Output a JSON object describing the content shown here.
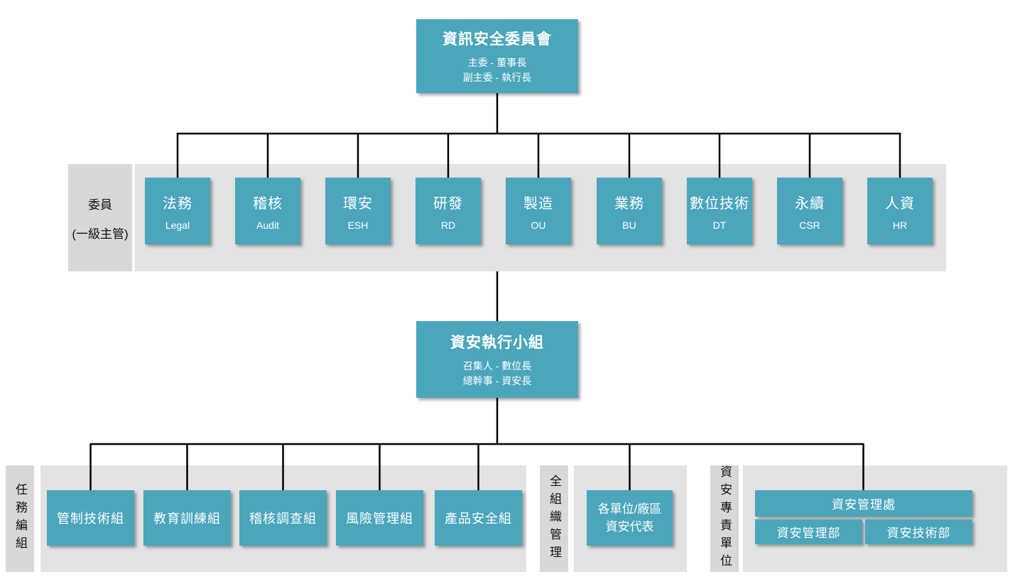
{
  "colors": {
    "box_teal": "#4ba6bc",
    "band_gray": "#e3e3e3",
    "label_gray": "#d8d8d8",
    "line_black": "#000000",
    "box_text": "#ffffff"
  },
  "top_committee": {
    "title": "資訊安全委員會",
    "line1": "主委 - 董事長",
    "line2": "副主委 - 執行長"
  },
  "members_label": {
    "line1": "委員",
    "line2": "(一級主管)"
  },
  "members": [
    {
      "zh": "法務",
      "en": "Legal"
    },
    {
      "zh": "稽核",
      "en": "Audit"
    },
    {
      "zh": "環安",
      "en": "ESH"
    },
    {
      "zh": "研發",
      "en": "RD"
    },
    {
      "zh": "製造",
      "en": "OU"
    },
    {
      "zh": "業務",
      "en": "BU"
    },
    {
      "zh": "數位技術",
      "en": "DT"
    },
    {
      "zh": "永續",
      "en": "CSR"
    },
    {
      "zh": "人資",
      "en": "HR"
    }
  ],
  "exec_team": {
    "title": "資安執行小組",
    "line1": "召集人 - 數位長",
    "line2": "總幹事 - 資安長"
  },
  "task_group_label": "任務編組",
  "task_groups": [
    "管制技術組",
    "教育訓練組",
    "稽核調查組",
    "風險管理組",
    "產品安全組"
  ],
  "org_wide_label": "全組織管理",
  "org_wide_box": {
    "line1": "各單位/廠區",
    "line2": "資安代表"
  },
  "dedicated_label": "資安專責單位",
  "dedicated_units": {
    "division": "資安管理處",
    "dept1": "資安管理部",
    "dept2": "資安技術部"
  }
}
